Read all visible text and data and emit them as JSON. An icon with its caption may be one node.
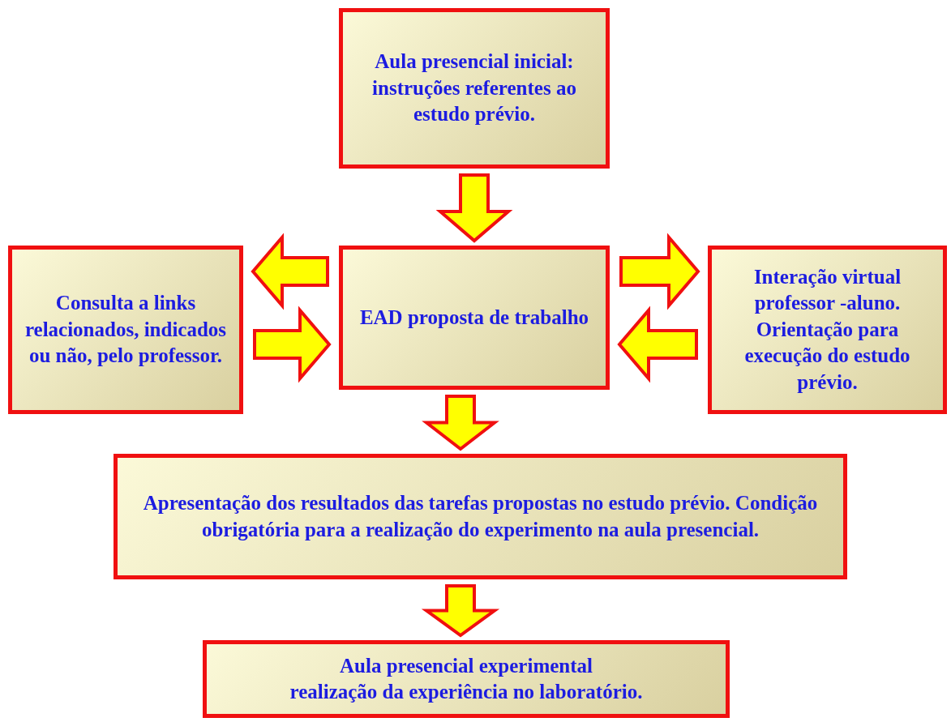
{
  "diagram": {
    "nodes": [
      {
        "text": [
          "Aula presencial inicial: instruções referentes ao estudo prévio."
        ]
      },
      {
        "text": [
          "Consulta a links relacionados, indicados ou não, pelo professor."
        ]
      },
      {
        "text": [
          "EAD proposta de trabalho"
        ]
      },
      {
        "text": [
          "Interação virtual professor -aluno. Orientação para execução do estudo prévio."
        ]
      },
      {
        "text": [
          "Apresentação dos resultados das tarefas propostas no estudo prévio. Condição obrigatória para a realização do experimento na aula presencial."
        ]
      },
      {
        "text": [
          "Aula presencial experimental",
          "realização da experiência no laboratório."
        ]
      }
    ],
    "edges": [
      {
        "from": 0,
        "to": 2,
        "arrow": "to"
      },
      {
        "from": 2,
        "to": 1,
        "arrow": "to"
      },
      {
        "from": 1,
        "to": 2,
        "arrow": "to"
      },
      {
        "from": 2,
        "to": 3,
        "arrow": "to"
      },
      {
        "from": 3,
        "to": 2,
        "arrow": "to"
      },
      {
        "from": 2,
        "to": 4,
        "arrow": "to"
      },
      {
        "from": 4,
        "to": 5,
        "arrow": "to"
      }
    ]
  }
}
